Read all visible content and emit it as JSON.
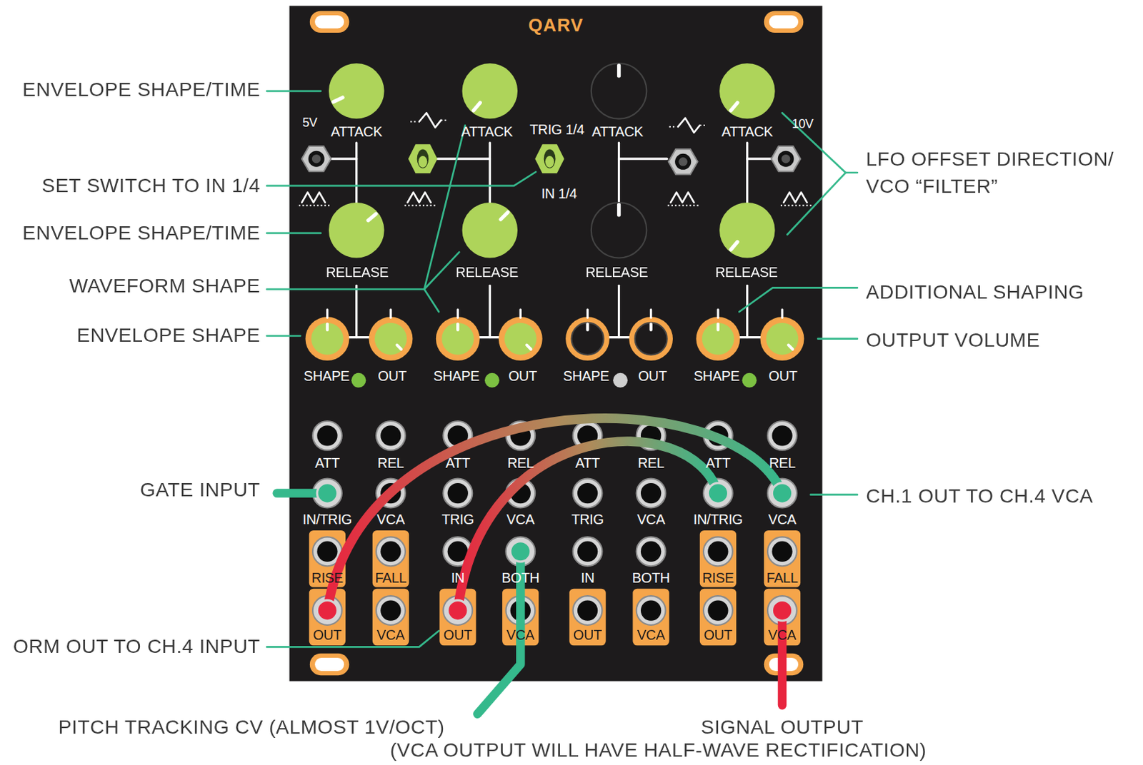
{
  "diagram": {
    "nodes": [
      {
        "text": [
          "QARV"
        ]
      }
    ],
    "labels": [
      "ENVELOPE SHAPE/TIME",
      "5V",
      "ATTACK",
      "ATTACK",
      "TRIG 1/4",
      "ATTACK",
      "ATTACK",
      "10V",
      "LFO OFFSET DIRECTION/",
      "VCO “FILTER”",
      "SET SWITCH TO IN 1/4",
      "IN 1/4",
      "ENVELOPE SHAPE/TIME",
      "WAVEFORM SHAPE",
      "RELEASE",
      "RELEASE",
      "RELEASE",
      "RELEASE",
      "ADDITIONAL SHAPING",
      "ENVELOPE SHAPE",
      "OUTPUT VOLUME",
      "SHAPE",
      "OUT",
      "SHAPE",
      "OUT",
      "SHAPE",
      "OUT",
      "SHAPE",
      "OUT",
      "ATT",
      "REL",
      "ATT",
      "REL",
      "ATT",
      "REL",
      "ATT",
      "REL",
      "GATE INPUT",
      "CH.1 OUT TO CH.4 VCA",
      "IN/TRIG",
      "VCA",
      "TRIG",
      "VCA",
      "TRIG",
      "VCA",
      "IN/TRIG",
      "VCA",
      "RISE",
      "FALL",
      "IN",
      "BOTH",
      "IN",
      "BOTH",
      "RISE",
      "FALL",
      "ORM OUT TO CH.4 INPUT",
      "OUT",
      "VCA",
      "OUT",
      "VCA",
      "OUT",
      "VCA",
      "OUT",
      "VCA",
      "PITCH TRACKING CV (ALMOST 1V/OCT)",
      "SIGNAL OUTPUT",
      "(VCA OUTPUT WILL HAVE HALF-WAVE RECTIFICATION)"
    ]
  }
}
